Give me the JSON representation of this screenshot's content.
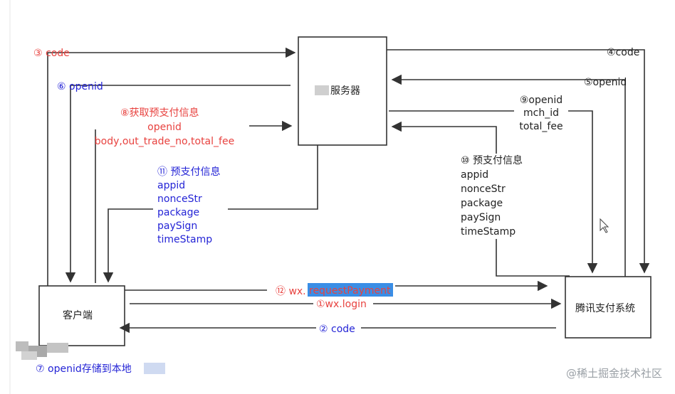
{
  "colors": {
    "red": "#e8423f",
    "blue": "#2424d6",
    "dark": "#222222",
    "highlight": "#3a8ee6"
  },
  "nodes": {
    "server": "服务器",
    "client": "客户端",
    "tencent": "腾讯支付系统"
  },
  "steps": {
    "s1": "①wx.login",
    "s2": "② code",
    "s3": "③ code",
    "s4": "④code",
    "s5": "⑤openid",
    "s6": "⑥ openid",
    "s7": "⑦ openid存储到本地",
    "s8": {
      "title": "⑧获取预支付信息",
      "lines": [
        "openid",
        "body,out_trade_no,total_fee"
      ]
    },
    "s9": {
      "lines": [
        "⑨openid",
        "mch_id",
        "total_fee"
      ]
    },
    "s10": {
      "title": "⑩ 预支付信息",
      "lines": [
        "appid",
        "nonceStr",
        "package",
        "paySign",
        "timeStamp"
      ]
    },
    "s11": {
      "title": "⑪ 预支付信息",
      "lines": [
        "appid",
        "nonceStr",
        "package",
        "paySign",
        "timeStamp"
      ]
    },
    "s12": {
      "prefix": "⑫ wx.",
      "highlighted": "requestPayment"
    }
  },
  "watermark": "@稀土掘金技术社区"
}
